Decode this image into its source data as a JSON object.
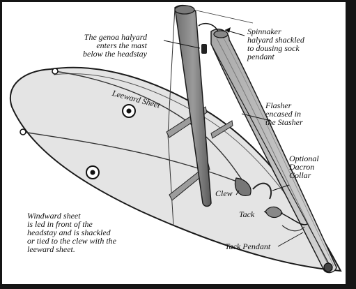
{
  "labels": {
    "genoa_halyard": [
      "The genoa halyard",
      "enters the mast",
      "below the headstay"
    ],
    "spinnaker_halyard": [
      "Spinnaker",
      "halyard shackled",
      "to dousing sock",
      "pendant"
    ],
    "leeward_sheet": "Leeward Sheet",
    "flasher": [
      "Flasher",
      "encased in",
      "the Stasher"
    ],
    "optional_collar": [
      "Optional",
      "Dacron",
      "Collar"
    ],
    "clew": "Clew",
    "tack": "Tack",
    "windward_sheet": [
      "Windward sheet",
      "is led in front of the",
      "headstay and is shackled",
      "or tied to the clew with the",
      "leeward sheet."
    ],
    "tack_pendant": "Tack Pendant"
  }
}
